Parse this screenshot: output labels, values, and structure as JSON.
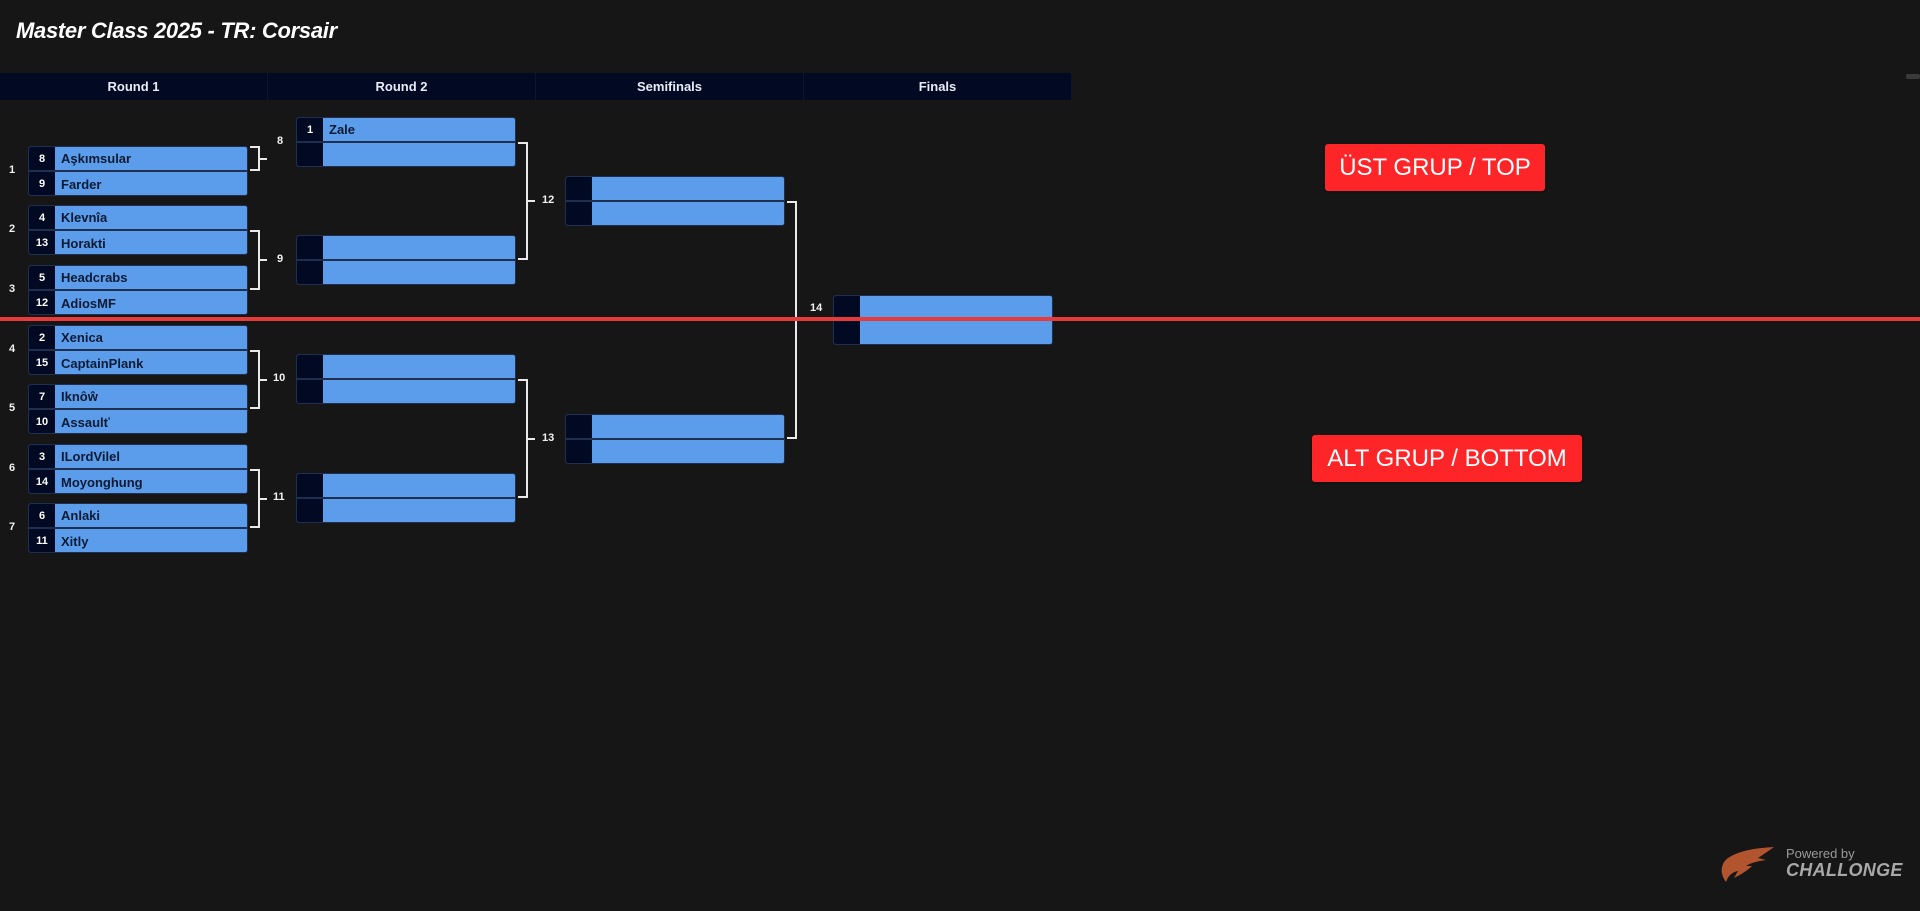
{
  "page": {
    "title": "Master Class 2025 - TR: Corsair"
  },
  "rounds": [
    "Round 1",
    "Round 2",
    "Semifinals",
    "Finals"
  ],
  "round1": [
    {
      "id": "1",
      "p1": {
        "seed": "8",
        "name": "Aşkımsular"
      },
      "p2": {
        "seed": "9",
        "name": "Farder"
      }
    },
    {
      "id": "2",
      "p1": {
        "seed": "4",
        "name": "Klevnîa"
      },
      "p2": {
        "seed": "13",
        "name": "Horakti"
      }
    },
    {
      "id": "3",
      "p1": {
        "seed": "5",
        "name": "Headcrabs"
      },
      "p2": {
        "seed": "12",
        "name": "AdiosMF"
      }
    },
    {
      "id": "4",
      "p1": {
        "seed": "2",
        "name": "Xenica"
      },
      "p2": {
        "seed": "15",
        "name": "CaptainPlank"
      }
    },
    {
      "id": "5",
      "p1": {
        "seed": "7",
        "name": "Iknôŵ"
      },
      "p2": {
        "seed": "10",
        "name": "Assaulť"
      }
    },
    {
      "id": "6",
      "p1": {
        "seed": "3",
        "name": "ILordVilel"
      },
      "p2": {
        "seed": "14",
        "name": "Moyonghung"
      }
    },
    {
      "id": "7",
      "p1": {
        "seed": "6",
        "name": "Anlaki"
      },
      "p2": {
        "seed": "11",
        "name": "Xitly"
      }
    }
  ],
  "round2": [
    {
      "id": "8",
      "p1": {
        "seed": "1",
        "name": "Zale"
      },
      "p2": {
        "seed": "",
        "name": ""
      }
    },
    {
      "id": "9",
      "p1": {
        "seed": "",
        "name": ""
      },
      "p2": {
        "seed": "",
        "name": ""
      }
    },
    {
      "id": "10",
      "p1": {
        "seed": "",
        "name": ""
      },
      "p2": {
        "seed": "",
        "name": ""
      }
    },
    {
      "id": "11",
      "p1": {
        "seed": "",
        "name": ""
      },
      "p2": {
        "seed": "",
        "name": ""
      }
    }
  ],
  "semifinals": [
    {
      "id": "12",
      "p1": {
        "seed": "",
        "name": ""
      },
      "p2": {
        "seed": "",
        "name": ""
      }
    },
    {
      "id": "13",
      "p1": {
        "seed": "",
        "name": ""
      },
      "p2": {
        "seed": "",
        "name": ""
      }
    }
  ],
  "finals": [
    {
      "id": "14",
      "p1": {
        "seed": "",
        "name": ""
      },
      "p2": {
        "seed": "",
        "name": ""
      }
    }
  ],
  "overlay": {
    "top_label": "ÜST GRUP / TOP",
    "bottom_label": "ALT GRUP / BOTTOM",
    "divider_color": "#e83a3a",
    "button_color": "#fe2529"
  },
  "branding": {
    "powered_by": "Powered by",
    "name": "CHALLONGE",
    "logo_color": "#b2552f"
  },
  "colors": {
    "background": "#161616",
    "match_fill": "#5b9deb",
    "seed_fill": "#020922",
    "header_fill": "#020922"
  }
}
